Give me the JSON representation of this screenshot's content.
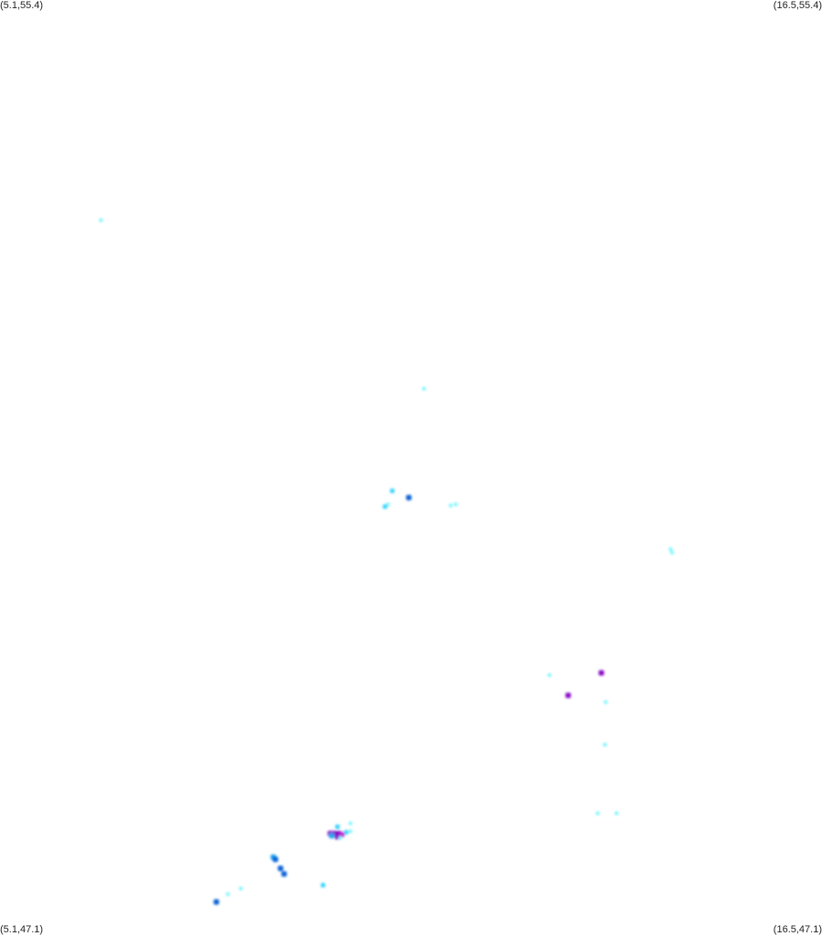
{
  "map": {
    "corners": {
      "top_left": "(5.1,55.4)",
      "top_right": "(16.5,55.4)",
      "bottom_left": "(5.1,47.1)",
      "bottom_right": "(16.5,47.1)"
    },
    "extent": {
      "lon_min": 5.1,
      "lon_max": 16.5,
      "lat_min": 47.1,
      "lat_max": 55.4
    },
    "level_colors": {
      "low": "#7ff6ff",
      "mid_low": "#3ad4ff",
      "mid": "#1aa6f0",
      "high": "#0a63d8",
      "peak": "#8a10c8",
      "peak_edge": "#c02ad0"
    },
    "points": [
      {
        "lon": 6.5,
        "lat": 53.44,
        "level": "low"
      },
      {
        "lon": 10.98,
        "lat": 51.94,
        "level": "low"
      },
      {
        "lon": 10.54,
        "lat": 51.03,
        "level": "mid_low"
      },
      {
        "lon": 10.48,
        "lat": 50.91,
        "level": "low"
      },
      {
        "lon": 10.44,
        "lat": 50.89,
        "level": "mid_low"
      },
      {
        "lon": 10.77,
        "lat": 50.97,
        "level": "high"
      },
      {
        "lon": 11.35,
        "lat": 50.9,
        "level": "low"
      },
      {
        "lon": 11.42,
        "lat": 50.91,
        "level": "low"
      },
      {
        "lon": 14.4,
        "lat": 50.51,
        "level": "low"
      },
      {
        "lon": 14.42,
        "lat": 50.48,
        "level": "low"
      },
      {
        "lon": 12.72,
        "lat": 49.39,
        "level": "low"
      },
      {
        "lon": 13.44,
        "lat": 49.41,
        "level": "mid_low"
      },
      {
        "lon": 13.44,
        "lat": 49.41,
        "level": "peak"
      },
      {
        "lon": 12.98,
        "lat": 49.21,
        "level": "peak"
      },
      {
        "lon": 13.5,
        "lat": 49.15,
        "level": "low"
      },
      {
        "lon": 13.49,
        "lat": 48.77,
        "level": "low"
      },
      {
        "lon": 13.39,
        "lat": 48.16,
        "level": "low"
      },
      {
        "lon": 13.65,
        "lat": 48.16,
        "level": "low"
      },
      {
        "lon": 9.96,
        "lat": 48.07,
        "level": "low"
      },
      {
        "lon": 9.78,
        "lat": 48.04,
        "level": "mid_low"
      },
      {
        "lon": 9.96,
        "lat": 48.0,
        "level": "low"
      },
      {
        "lon": 9.9,
        "lat": 47.99,
        "level": "mid_low"
      },
      {
        "lon": 9.68,
        "lat": 47.98,
        "level": "peak"
      },
      {
        "lon": 9.74,
        "lat": 47.98,
        "level": "peak"
      },
      {
        "lon": 9.8,
        "lat": 47.98,
        "level": "peak"
      },
      {
        "lon": 9.84,
        "lat": 47.97,
        "level": "peak_edge"
      },
      {
        "lon": 9.78,
        "lat": 47.95,
        "level": "peak"
      },
      {
        "lon": 9.7,
        "lat": 47.96,
        "level": "mid"
      },
      {
        "lon": 9.82,
        "lat": 47.94,
        "level": "low"
      },
      {
        "lon": 8.89,
        "lat": 47.77,
        "level": "mid"
      },
      {
        "lon": 8.92,
        "lat": 47.75,
        "level": "high"
      },
      {
        "lon": 8.99,
        "lat": 47.67,
        "level": "high"
      },
      {
        "lon": 9.04,
        "lat": 47.62,
        "level": "high"
      },
      {
        "lon": 9.58,
        "lat": 47.52,
        "level": "mid_low"
      },
      {
        "lon": 8.44,
        "lat": 47.49,
        "level": "low"
      },
      {
        "lon": 8.26,
        "lat": 47.44,
        "level": "low"
      },
      {
        "lon": 8.1,
        "lat": 47.37,
        "level": "high"
      }
    ]
  }
}
